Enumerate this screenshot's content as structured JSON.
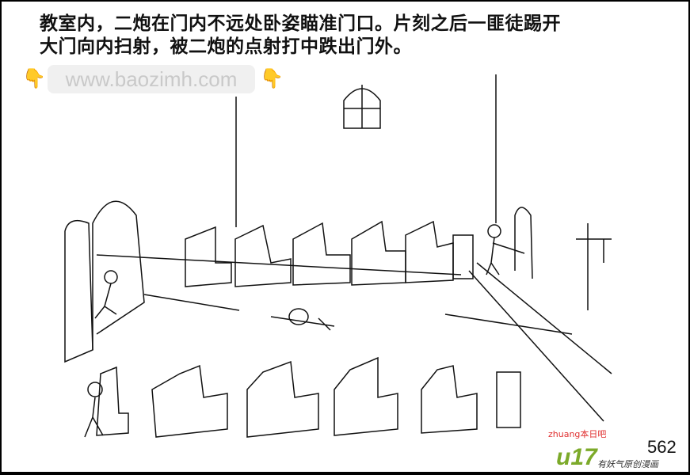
{
  "caption": {
    "line1": "教室内，二炮在门内不远处卧姿瞄准门口。片刻之后一匪徒踢开",
    "line2": "大门向内扫射，被二炮的点射打中跌出门外。"
  },
  "watermark": {
    "url": "www.baozimh.com"
  },
  "footer": {
    "page_number": "562",
    "logo": "u17",
    "logo_sub": "有妖气原创漫画",
    "stamp": "zhuang本日吧"
  },
  "colors": {
    "watermark_hand": "#f3b51f",
    "logo": "#7caa2a"
  }
}
